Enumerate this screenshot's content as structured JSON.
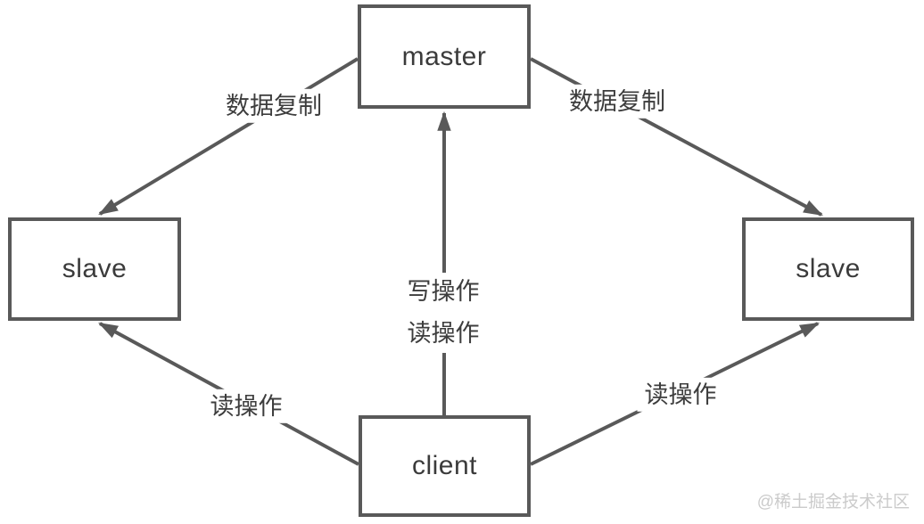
{
  "diagram": {
    "nodes": {
      "master": {
        "label": "master"
      },
      "slave_left": {
        "label": "slave"
      },
      "slave_right": {
        "label": "slave"
      },
      "client": {
        "label": "client"
      }
    },
    "edges": {
      "master_to_slave_left": {
        "label": "数据复制",
        "direction": "master → left slave"
      },
      "master_to_slave_right": {
        "label": "数据复制",
        "direction": "master → right slave"
      },
      "client_to_master": {
        "label_line1": "写操作",
        "label_line2": "读操作",
        "direction": "client → master"
      },
      "client_to_slave_left": {
        "label": "读操作",
        "direction": "client → left slave"
      },
      "client_to_slave_right": {
        "label": "读操作",
        "direction": "client → right slave"
      }
    },
    "colors": {
      "line": "#595959",
      "node_border": "#595959",
      "text": "#3d3d3d",
      "watermark": "#cbcbcb",
      "background": "#ffffff"
    }
  },
  "watermark": {
    "text": "@稀土掘金技术社区"
  }
}
